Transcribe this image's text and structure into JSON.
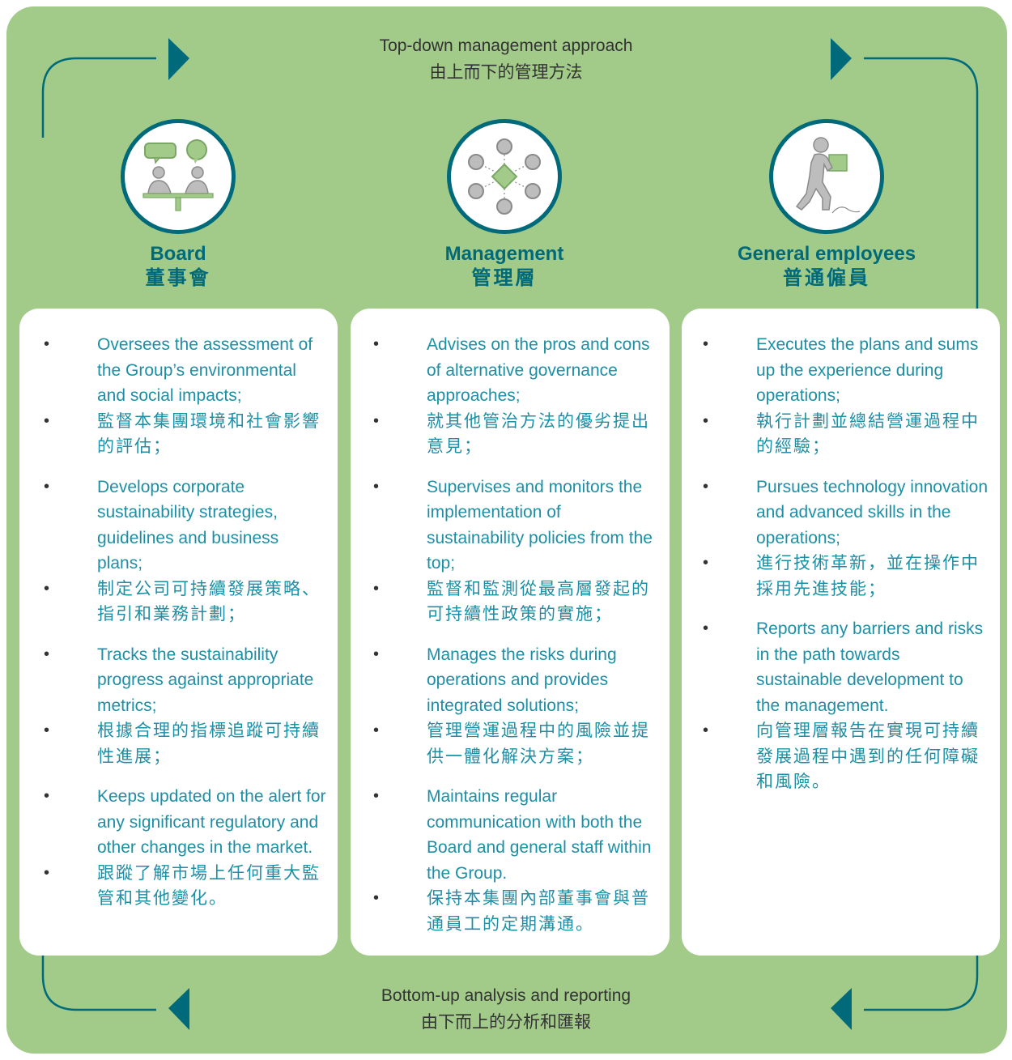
{
  "flow": {
    "top_en": "Top-down management approach",
    "top_zh": "由上而下的管理方法",
    "bottom_en": "Bottom-up analysis and reporting",
    "bottom_zh": "由下而上的分析和匯報"
  },
  "colors": {
    "background": "#a2cb8a",
    "accent": "#006a7a",
    "text_teal": "#1d8fa5",
    "card": "#ffffff"
  },
  "roles": [
    {
      "title_en": "Board",
      "title_zh": "董事會",
      "icon": "meeting-icon",
      "items": [
        {
          "en": "Oversees the assessment of the Group’s environmental and social impacts;",
          "zh": "監督本集團環境和社會影響的評估；"
        },
        {
          "en": "Develops corporate sustainability strategies, guidelines and business plans;",
          "zh": "制定公司可持續發展策略、指引和業務計劃；"
        },
        {
          "en": "Tracks the sustainability progress against appropriate metrics;",
          "zh": "根據合理的指標追蹤可持續性進展；"
        },
        {
          "en": "Keeps updated on the alert for any significant regulatory and other changes in the market.",
          "zh": "跟蹤了解市場上任何重大監管和其他變化。"
        }
      ]
    },
    {
      "title_en": "Management",
      "title_zh": "管理層",
      "icon": "network-icon",
      "items": [
        {
          "en": "Advises on the pros and cons of alternative governance approaches;",
          "zh": "就其他管治方法的優劣提出意見；"
        },
        {
          "en": "Supervises and monitors the implementation of sustainability policies from the top;",
          "zh": "監督和監測從最高層發起的可持續性政策的實施；"
        },
        {
          "en": "Manages the risks during operations and provides integrated solutions;",
          "zh": "管理營運過程中的風險並提供一體化解決方案；"
        },
        {
          "en": "Maintains regular communication with both the Board and general staff within the Group.",
          "zh": "保持本集團內部董事會與普通員工的定期溝通。"
        }
      ]
    },
    {
      "title_en": "General employees",
      "title_zh": "普通僱員",
      "icon": "worker-carrying-box-icon",
      "items": [
        {
          "en": "Executes the plans and sums up the experience during operations;",
          "zh": "執行計劃並總結營運過程中的經驗；"
        },
        {
          "en": "Pursues technology innovation and advanced skills in the operations;",
          "zh": "進行技術革新，並在操作中採用先進技能；"
        },
        {
          "en": "Reports any barriers and risks in the path towards sustainable development to the management.",
          "zh": "向管理層報告在實現可持續發展過程中遇到的任何障礙和風險。"
        }
      ]
    }
  ]
}
